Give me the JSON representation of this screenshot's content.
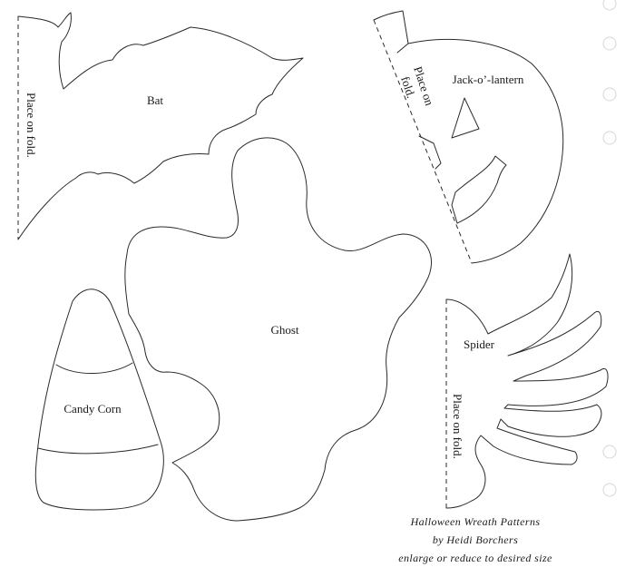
{
  "patterns": {
    "bat": {
      "label": "Bat",
      "fold_note": "Place on fold."
    },
    "jack": {
      "label": "Jack-o’-lantern",
      "fold_line1": "Place on",
      "fold_line2": "fold."
    },
    "ghost": {
      "label": "Ghost"
    },
    "candy": {
      "label": "Candy Corn"
    },
    "spider": {
      "label": "Spider",
      "fold_note": "Place on fold."
    }
  },
  "credits": {
    "line1": "Halloween Wreath Patterns",
    "line2": "by Heidi Borchers",
    "line3": "enlarge or reduce to desired size"
  }
}
